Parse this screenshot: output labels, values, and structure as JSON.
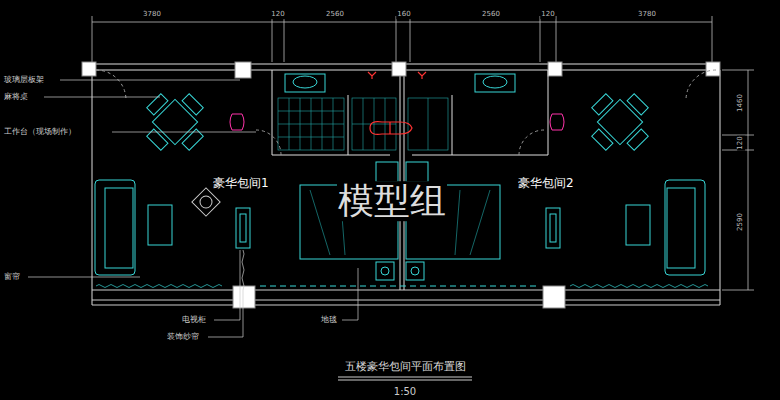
{
  "diagram": {
    "title": "五楼豪华包间平面布置图",
    "caption": "1:50",
    "labels": [
      "3780",
      "120",
      "2560",
      "160",
      "2560",
      "120",
      "3780",
      "玻璃层板架",
      "麻将桌",
      "1460",
      "120",
      "工作台（现场制作）",
      "豪华包间1",
      "豪华包间2",
      "模型组",
      "2590",
      "窗帘",
      "电视柜",
      "地毯",
      "装饰纱帘"
    ]
  }
}
